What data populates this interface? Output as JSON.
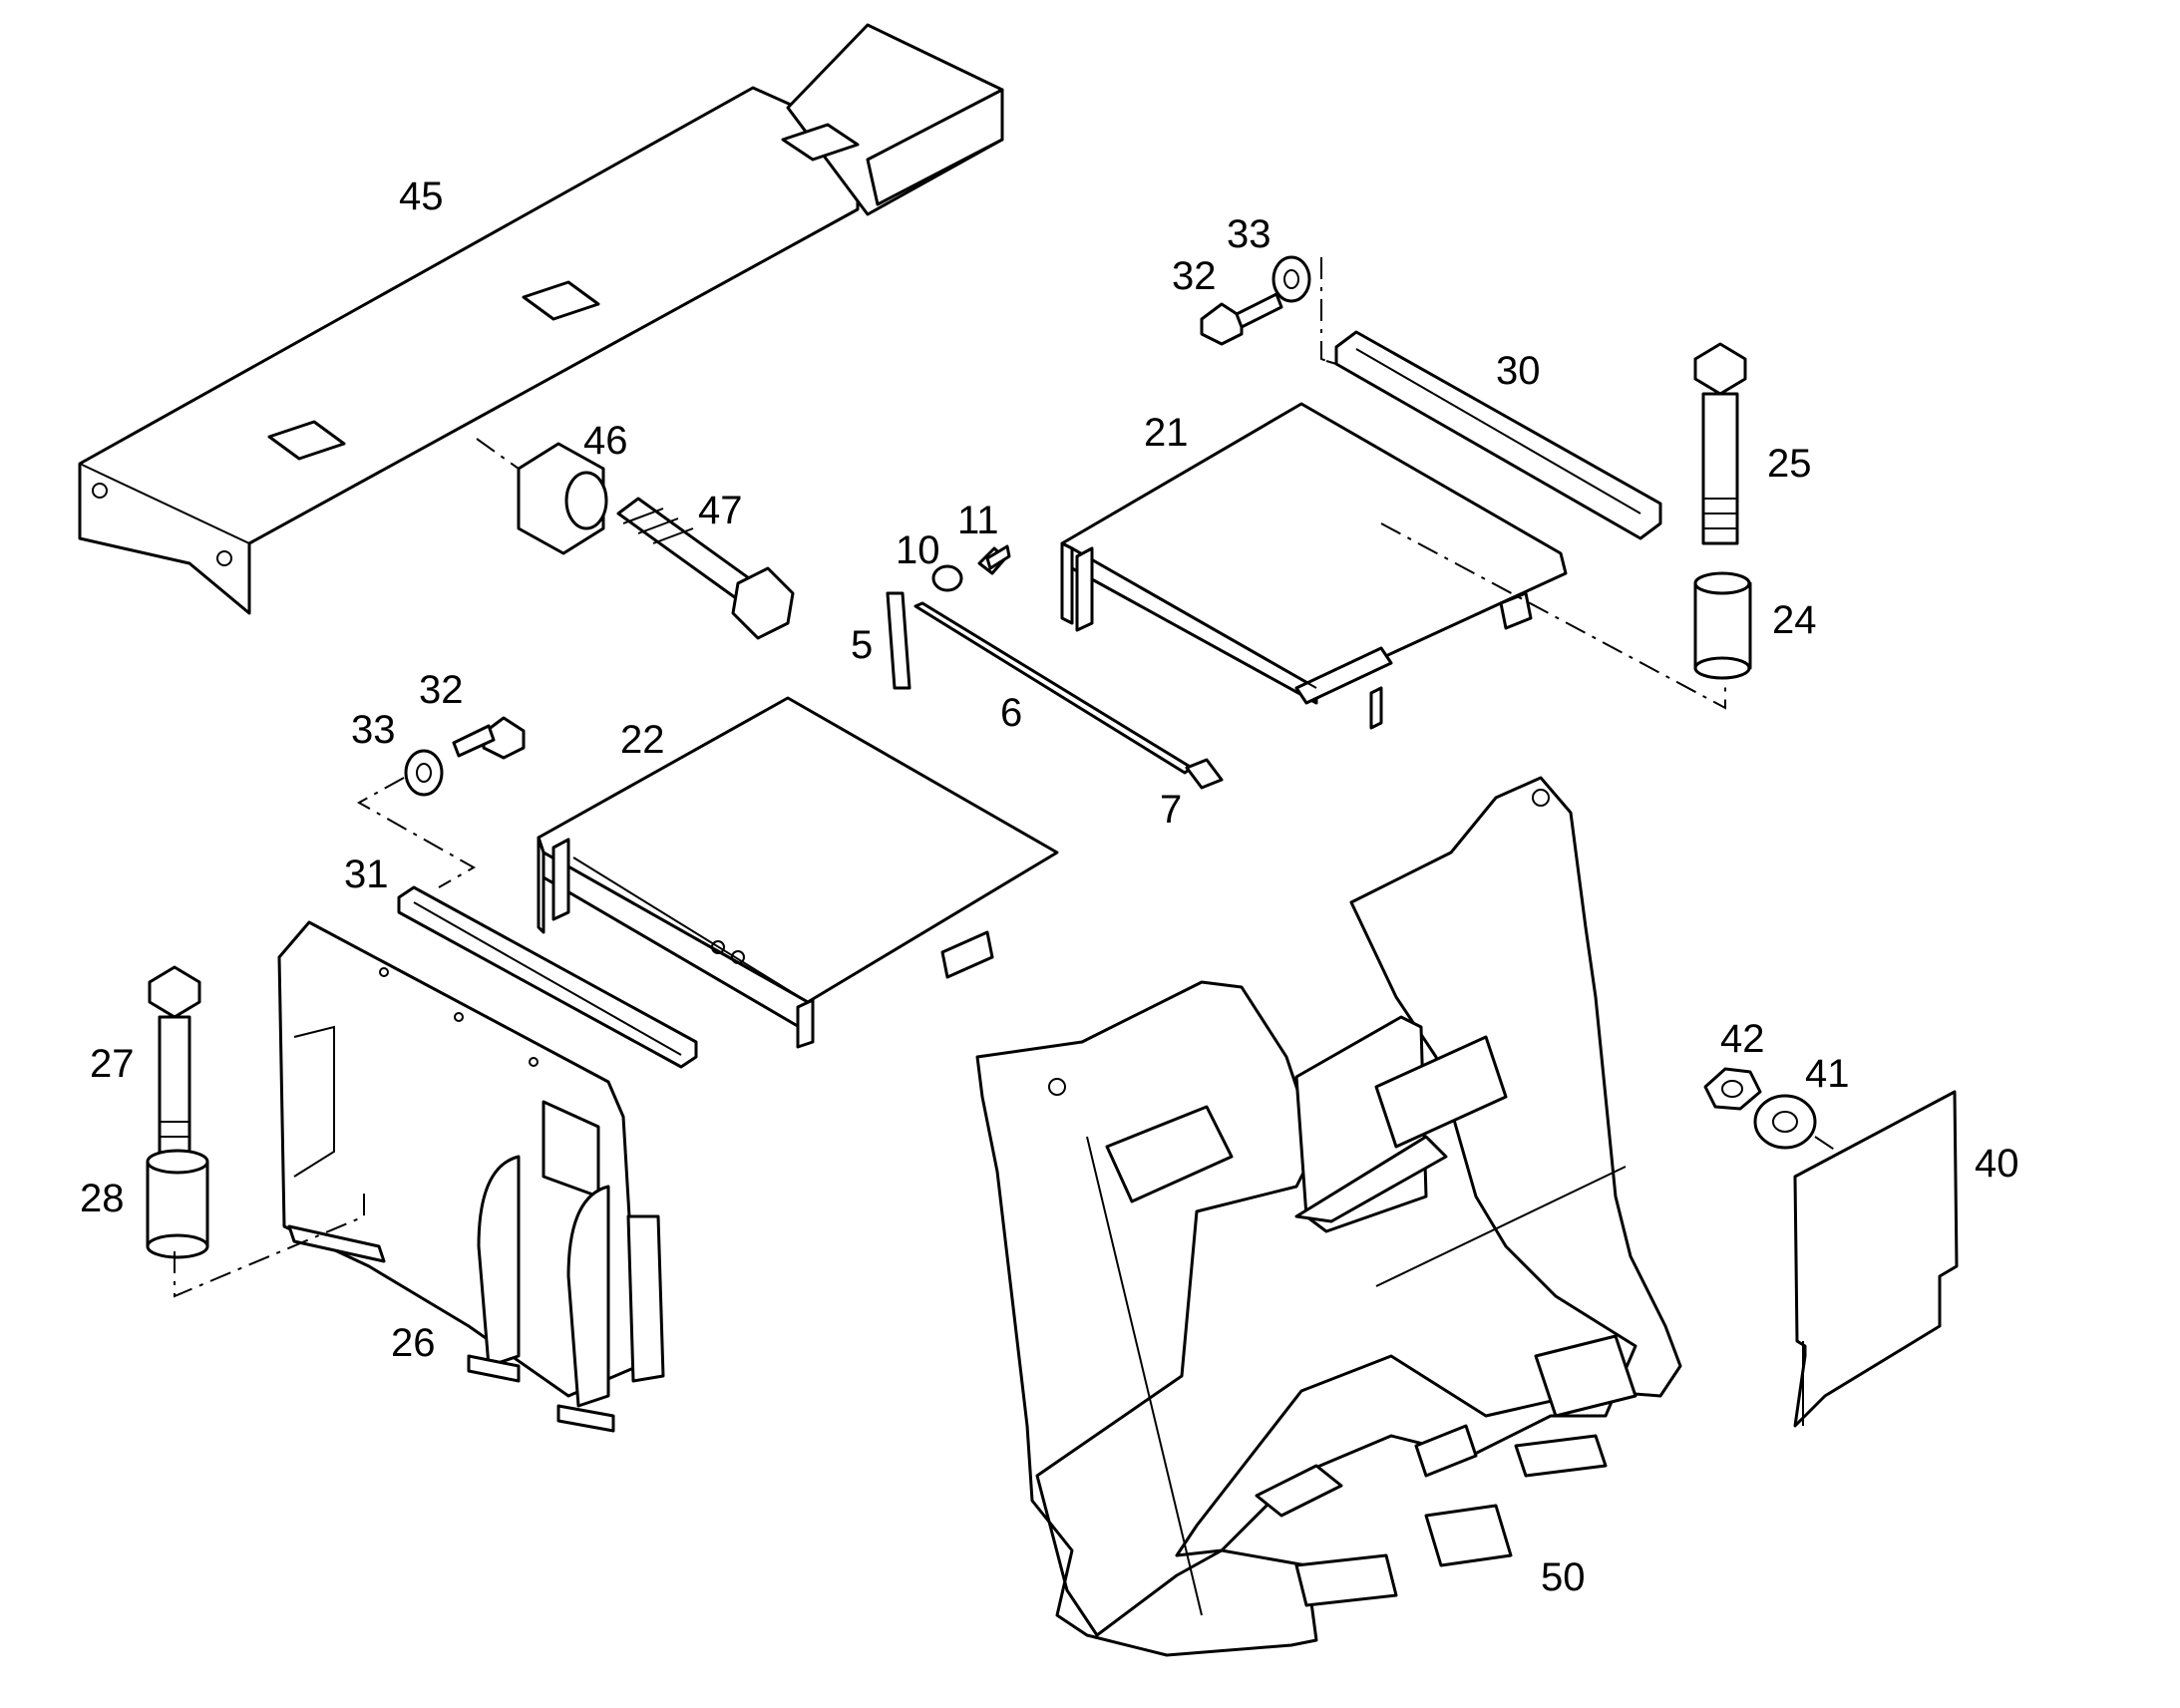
{
  "callouts": [
    {
      "id": "45",
      "label": "45"
    },
    {
      "id": "46",
      "label": "46"
    },
    {
      "id": "47",
      "label": "47"
    },
    {
      "id": "33a",
      "label": "33"
    },
    {
      "id": "32a",
      "label": "32"
    },
    {
      "id": "30",
      "label": "30"
    },
    {
      "id": "21",
      "label": "21"
    },
    {
      "id": "25",
      "label": "25"
    },
    {
      "id": "24",
      "label": "24"
    },
    {
      "id": "10",
      "label": "10"
    },
    {
      "id": "11",
      "label": "11"
    },
    {
      "id": "5",
      "label": "5"
    },
    {
      "id": "6",
      "label": "6"
    },
    {
      "id": "7",
      "label": "7"
    },
    {
      "id": "32b",
      "label": "32"
    },
    {
      "id": "33b",
      "label": "33"
    },
    {
      "id": "22",
      "label": "22"
    },
    {
      "id": "31",
      "label": "31"
    },
    {
      "id": "27",
      "label": "27"
    },
    {
      "id": "28",
      "label": "28"
    },
    {
      "id": "26",
      "label": "26"
    },
    {
      "id": "42",
      "label": "42"
    },
    {
      "id": "41",
      "label": "41"
    },
    {
      "id": "40",
      "label": "40"
    },
    {
      "id": "50",
      "label": "50"
    }
  ]
}
